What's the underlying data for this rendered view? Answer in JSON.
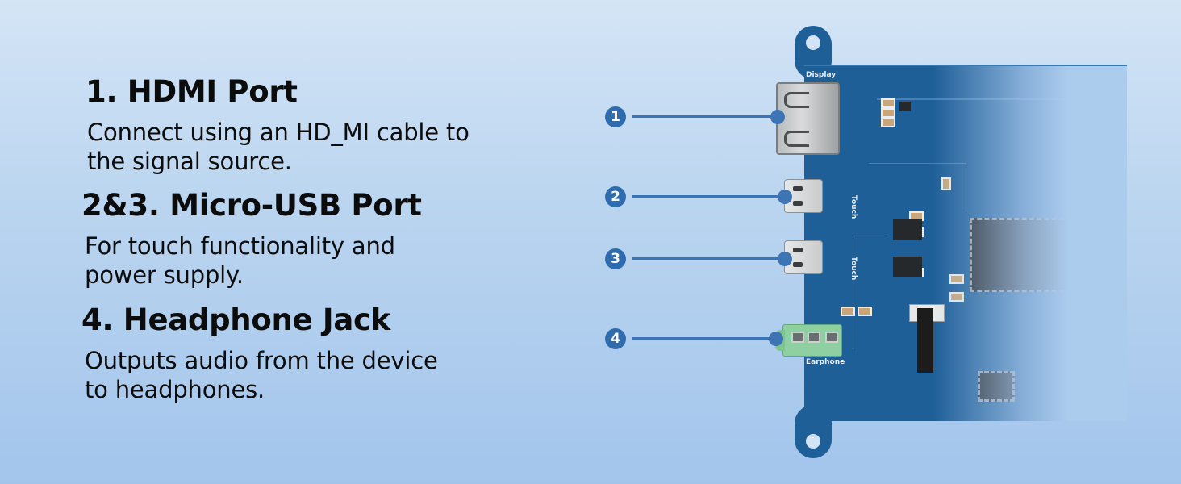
{
  "features": [
    {
      "heading": "1. HDMI Port",
      "desc_lines": [
        "Connect using an HD_MI cable to",
        "the signal source."
      ]
    },
    {
      "heading": "2&3. Micro-USB Port",
      "desc_lines": [
        "For touch functionality and",
        "power supply."
      ]
    },
    {
      "heading": "4. Headphone Jack",
      "desc_lines": [
        "Outputs audio from the device",
        "to headphones."
      ]
    }
  ],
  "callouts": [
    {
      "number": "1",
      "target": "HDMI port"
    },
    {
      "number": "2",
      "target": "Micro-USB port (Touch)"
    },
    {
      "number": "3",
      "target": "Micro-USB port (Touch)"
    },
    {
      "number": "4",
      "target": "Earphone jack"
    }
  ],
  "board_labels": {
    "display": "Display",
    "touch": "Touch",
    "earphone": "Earphone"
  },
  "colors": {
    "accent": "#2f6cad",
    "pcb": "#1f5f98",
    "background_top": "#d4e5f6",
    "background_bottom": "#a3c5ec"
  }
}
